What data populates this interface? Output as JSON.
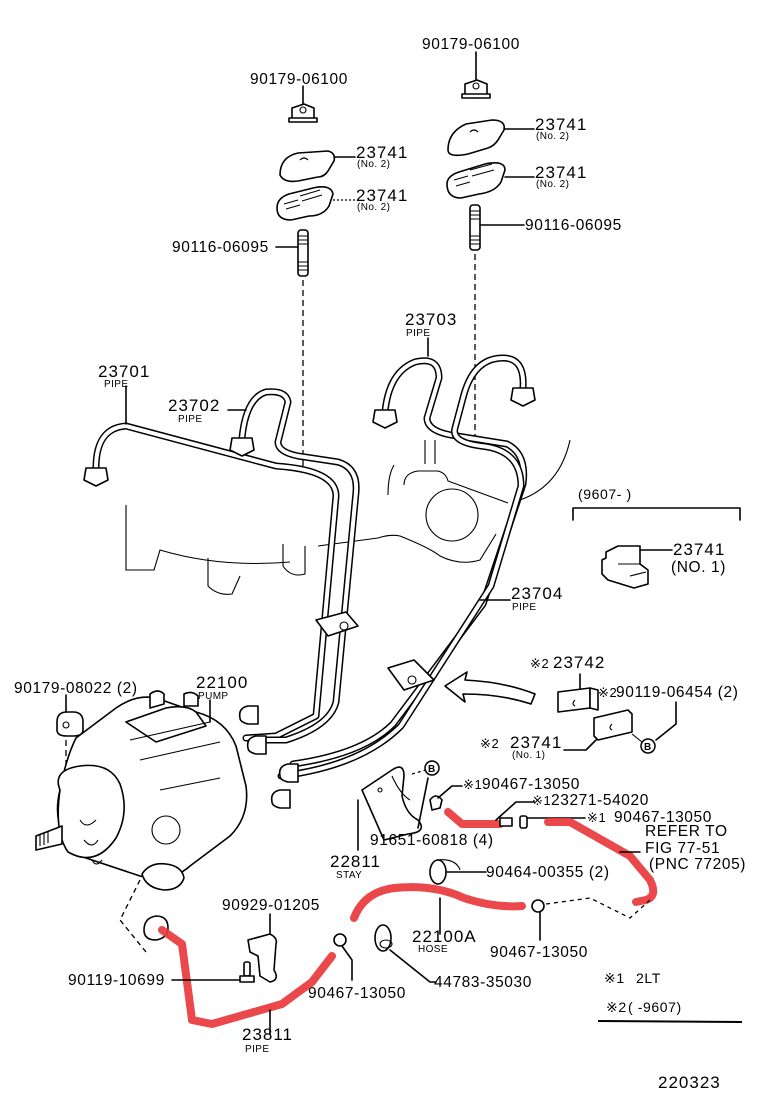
{
  "diagram": {
    "figure_number": "220323",
    "highlight_color": "#e8383c",
    "callouts": {
      "nut_top_left": {
        "part": "90179-06100"
      },
      "nut_top_right": {
        "part": "90179-06100"
      },
      "clamp_upper_left_1": {
        "part": "23741",
        "note": "(No. 2)"
      },
      "clamp_upper_left_2": {
        "part": "23741",
        "note": "(No. 2)"
      },
      "clamp_upper_right_1": {
        "part": "23741",
        "note": "(No. 2)"
      },
      "clamp_upper_right_2": {
        "part": "23741",
        "note": "(No. 2)"
      },
      "stud_left": {
        "part": "90116-06095"
      },
      "stud_right": {
        "part": "90116-06095"
      },
      "pipe_1": {
        "part": "23701",
        "note": "PIPE"
      },
      "pipe_2": {
        "part": "23702",
        "note": "PIPE"
      },
      "pipe_3": {
        "part": "23703",
        "note": "PIPE"
      },
      "pipe_4": {
        "part": "23704",
        "note": "PIPE"
      },
      "variant_range": {
        "text": "(9607-        )"
      },
      "clamp_no1": {
        "part": "23741",
        "note": "(NO. 1)"
      },
      "clamp_23742": {
        "prefix": "※2",
        "part": "23742"
      },
      "bolt_06454": {
        "prefix": "※2",
        "part": "90119-06454 (2)"
      },
      "clamp_no1_alt": {
        "prefix": "※2",
        "part": "23741",
        "note": "(No. 1)"
      },
      "nut_pump": {
        "part": "90179-08022 (2)"
      },
      "pump": {
        "part": "22100",
        "note": "PUMP"
      },
      "marker_b": {
        "text": "B"
      },
      "clip_1": {
        "prefix": "※1",
        "part": "90467-13050"
      },
      "hose_23271": {
        "prefix": "※1",
        "part": "23271-54020"
      },
      "clip_2": {
        "prefix": "※1",
        "part": "90467-13050"
      },
      "refer": {
        "line1": "REFER TO",
        "line2": "FIG 77-51",
        "line3": "(PNC 77205)"
      },
      "bolt_60818": {
        "part": "91651-60818 (4)"
      },
      "stay": {
        "part": "22811",
        "note": "STAY"
      },
      "clamp_00355": {
        "part": "90464-00355 (2)"
      },
      "bracket": {
        "part": "90929-01205"
      },
      "hose": {
        "part": "22100A",
        "note": "HOSE"
      },
      "clip_3": {
        "part": "90467-13050"
      },
      "bolt_10699": {
        "part": "90119-10699"
      },
      "clip_4": {
        "part": "90467-13050"
      },
      "clamp_35030": {
        "part": "44783-35030"
      },
      "pipe_23811": {
        "part": "23811",
        "note": "PIPE"
      }
    },
    "legend": [
      {
        "mark": "※1",
        "text": "2LT"
      },
      {
        "mark": "※2",
        "text": "(      -9607)"
      }
    ]
  }
}
